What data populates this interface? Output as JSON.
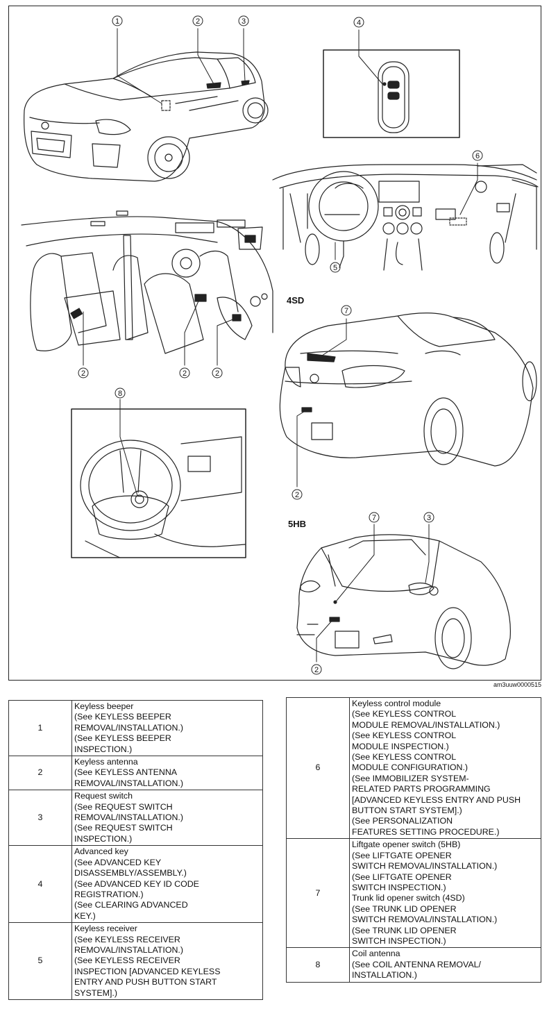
{
  "figure": {
    "callouts": {
      "c1": "1",
      "c2a": "2",
      "c3a": "3",
      "c4": "4",
      "c5": "5",
      "c6": "6",
      "c2b": "2",
      "c2c": "2",
      "c2d": "2",
      "c7a": "7",
      "c8": "8",
      "c2e": "2",
      "c7b": "7",
      "c3b": "3",
      "c2f": "2"
    },
    "label_4sd": "4SD",
    "label_5hb": "5HB",
    "code": "am3uuw0000515"
  },
  "table_left": [
    {
      "num": "1",
      "desc": "Keyless beeper\n(See KEYLESS BEEPER\nREMOVAL/INSTALLATION.)\n(See KEYLESS BEEPER\nINSPECTION.)"
    },
    {
      "num": "2",
      "desc": "Keyless antenna\n(See KEYLESS ANTENNA\nREMOVAL/INSTALLATION.)"
    },
    {
      "num": "3",
      "desc": "Request switch\n(See REQUEST SWITCH\nREMOVAL/INSTALLATION.)\n(See REQUEST SWITCH\nINSPECTION.)"
    },
    {
      "num": "4",
      "desc": "Advanced key\n(See ADVANCED KEY\nDISASSEMBLY/ASSEMBLY.)\n(See ADVANCED KEY ID CODE\nREGISTRATION.)\n(See CLEARING ADVANCED\nKEY.)"
    },
    {
      "num": "5",
      "desc": "Keyless receiver\n(See KEYLESS RECEIVER\nREMOVAL/INSTALLATION.)\n(See KEYLESS RECEIVER\nINSPECTION [ADVANCED KEYLESS\nENTRY AND PUSH BUTTON START\nSYSTEM].)"
    }
  ],
  "table_right": [
    {
      "num": "6",
      "desc": "Keyless control module\n(See KEYLESS CONTROL\nMODULE REMOVAL/INSTALLATION.)\n(See KEYLESS CONTROL\nMODULE INSPECTION.)\n(See KEYLESS CONTROL\nMODULE CONFIGURATION.)\n(See IMMOBILIZER SYSTEM-\nRELATED PARTS PROGRAMMING\n[ADVANCED KEYLESS ENTRY AND PUSH\nBUTTON START SYSTEM].)\n(See PERSONALIZATION\nFEATURES SETTING PROCEDURE.)"
    },
    {
      "num": "7",
      "desc": "Liftgate opener switch (5HB)\n(See LIFTGATE OPENER\nSWITCH REMOVAL/INSTALLATION.)\n(See LIFTGATE OPENER\nSWITCH INSPECTION.)\nTrunk lid opener switch (4SD)\n(See TRUNK LID OPENER\nSWITCH REMOVAL/INSTALLATION.)\n(See TRUNK LID OPENER\nSWITCH INSPECTION.)"
    },
    {
      "num": "8",
      "desc": "Coil antenna\n(See COIL ANTENNA REMOVAL/\nINSTALLATION.)"
    }
  ]
}
